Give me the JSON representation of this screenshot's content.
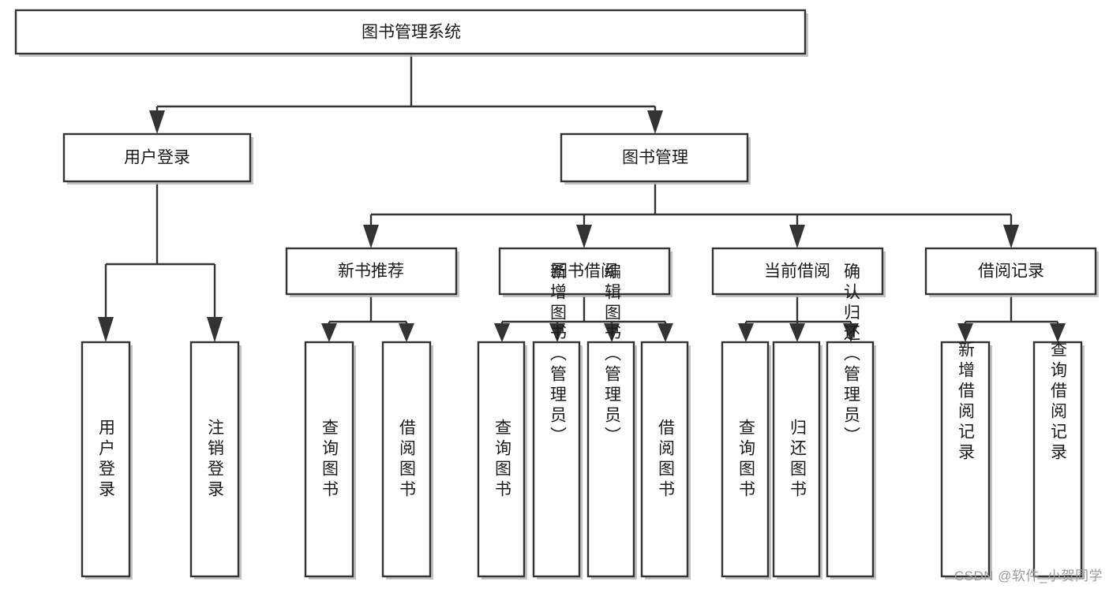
{
  "diagram": {
    "type": "tree",
    "title": "图书管理系统",
    "orientation": "top-down",
    "colors": {
      "box_stroke": "#333333",
      "box_fill": "#ffffff",
      "shadow": "#b8b8b8",
      "text": "#1a1a1a",
      "background": "#ffffff",
      "watermark": "#9a9a9a"
    },
    "nodes": {
      "root": {
        "label": "图书管理系统",
        "level": 0,
        "orientation": "horizontal"
      },
      "l1": [
        {
          "id": "user-login",
          "label": "用户登录",
          "orientation": "horizontal"
        },
        {
          "id": "book-manage",
          "label": "图书管理",
          "orientation": "horizontal"
        }
      ],
      "l2": [
        {
          "id": "new-book-rec",
          "label": "新书推荐",
          "parent": "book-manage",
          "orientation": "horizontal"
        },
        {
          "id": "book-borrow",
          "label": "图书借阅",
          "parent": "book-manage",
          "orientation": "horizontal"
        },
        {
          "id": "current-borrow",
          "label": "当前借阅",
          "parent": "book-manage",
          "orientation": "horizontal"
        },
        {
          "id": "borrow-record",
          "label": "借阅记录",
          "parent": "book-manage",
          "orientation": "horizontal"
        }
      ],
      "leaves": [
        {
          "id": "leaf-user-login",
          "label": "用户登录",
          "parent": "user-login",
          "orientation": "vertical"
        },
        {
          "id": "leaf-user-logout",
          "label": "注销登录",
          "parent": "user-login",
          "orientation": "vertical"
        },
        {
          "id": "leaf-rec-query-book",
          "label": "查询图书",
          "parent": "new-book-rec",
          "orientation": "vertical"
        },
        {
          "id": "leaf-rec-borrow-book",
          "label": "借阅图书",
          "parent": "new-book-rec",
          "orientation": "vertical"
        },
        {
          "id": "leaf-bb-query-book",
          "label": "查询图书",
          "parent": "book-borrow",
          "orientation": "vertical"
        },
        {
          "id": "leaf-bb-add-book",
          "label": "新增图书（管理员）",
          "parent": "book-borrow",
          "orientation": "vertical"
        },
        {
          "id": "leaf-bb-edit-book",
          "label": "编辑图书（管理员）",
          "parent": "book-borrow",
          "orientation": "vertical"
        },
        {
          "id": "leaf-bb-borrow-book",
          "label": "借阅图书",
          "parent": "book-borrow",
          "orientation": "vertical"
        },
        {
          "id": "leaf-cb-query-book",
          "label": "查询图书",
          "parent": "current-borrow",
          "orientation": "vertical"
        },
        {
          "id": "leaf-cb-return-book",
          "label": "归还图书",
          "parent": "current-borrow",
          "orientation": "vertical"
        },
        {
          "id": "leaf-cb-confirm-return",
          "label": "确认归还（管理员）",
          "parent": "current-borrow",
          "orientation": "vertical"
        },
        {
          "id": "leaf-br-add-record",
          "label": "新增借阅记录",
          "parent": "borrow-record",
          "orientation": "vertical"
        },
        {
          "id": "leaf-br-query-record",
          "label": "查询借阅记录",
          "parent": "borrow-record",
          "orientation": "vertical"
        }
      ]
    }
  },
  "watermark": {
    "text": "CSDN @软件_小贺同学"
  }
}
